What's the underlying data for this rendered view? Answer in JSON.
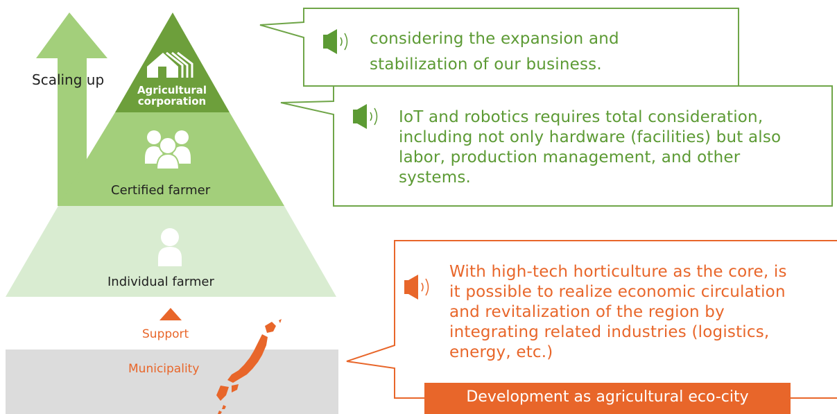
{
  "colors": {
    "green_dark": "#6d9f3b",
    "green_mid": "#a3cf7b",
    "green_light": "#d9ecd1",
    "orange": "#e8662a",
    "gray": "#dcdcdc",
    "text_green": "#5c9a34",
    "text_orange": "#e8662a"
  },
  "left": {
    "scaling_label": "Scaling up",
    "top_tier_line1": "Agricultural",
    "top_tier_line2": "corporation",
    "middle_tier": "Certified farmer",
    "bottom_tier": "Individual farmer",
    "support_label": "Support",
    "municipality_label": "Municipality"
  },
  "bubbles": {
    "first": {
      "icon": "speaker-icon",
      "line1": "considering the expansion and",
      "line2": "stabilization of our business."
    },
    "second": {
      "icon": "speaker-icon",
      "line1": "IoT and robotics requires total consideration,",
      "line2": "including not only hardware (facilities) but also",
      "line3": "labor, production management, and other",
      "line4": "systems."
    },
    "third": {
      "icon": "speaker-icon",
      "line1": "With high-tech horticulture as the core, is",
      "line2": "it possible to realize economic circulation",
      "line3": "and revitalization of the region by",
      "line4": "integrating related industries (logistics,",
      "line5": "energy, etc.)"
    },
    "banner": "Development as agricultural eco-city"
  }
}
